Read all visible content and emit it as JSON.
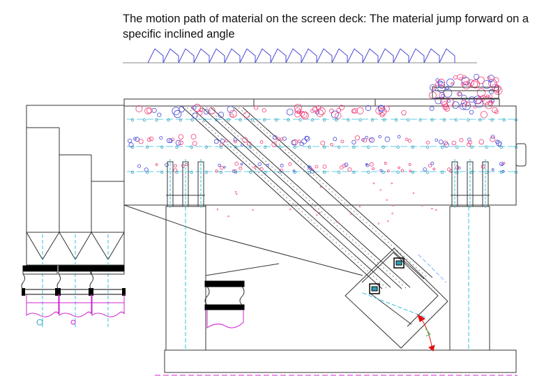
{
  "caption": {
    "text": "The  motion path of material on the screen deck: The material jump forward on a specific inclined angle"
  },
  "colors": {
    "line": "#333333",
    "detail": "#8a8a8a",
    "path": "#4848d8",
    "particles": "#f03c78",
    "holes": "#2aa0b8",
    "bags": "#d020d0",
    "hatch": "#7ab0ff",
    "arrow": "#e01010",
    "bolts": "#000000",
    "guide": "#2ec0e0"
  },
  "icons": {
    "motion_path": "sawtooth-trajectory",
    "vibration_arrow": "curved-double-arrow"
  }
}
